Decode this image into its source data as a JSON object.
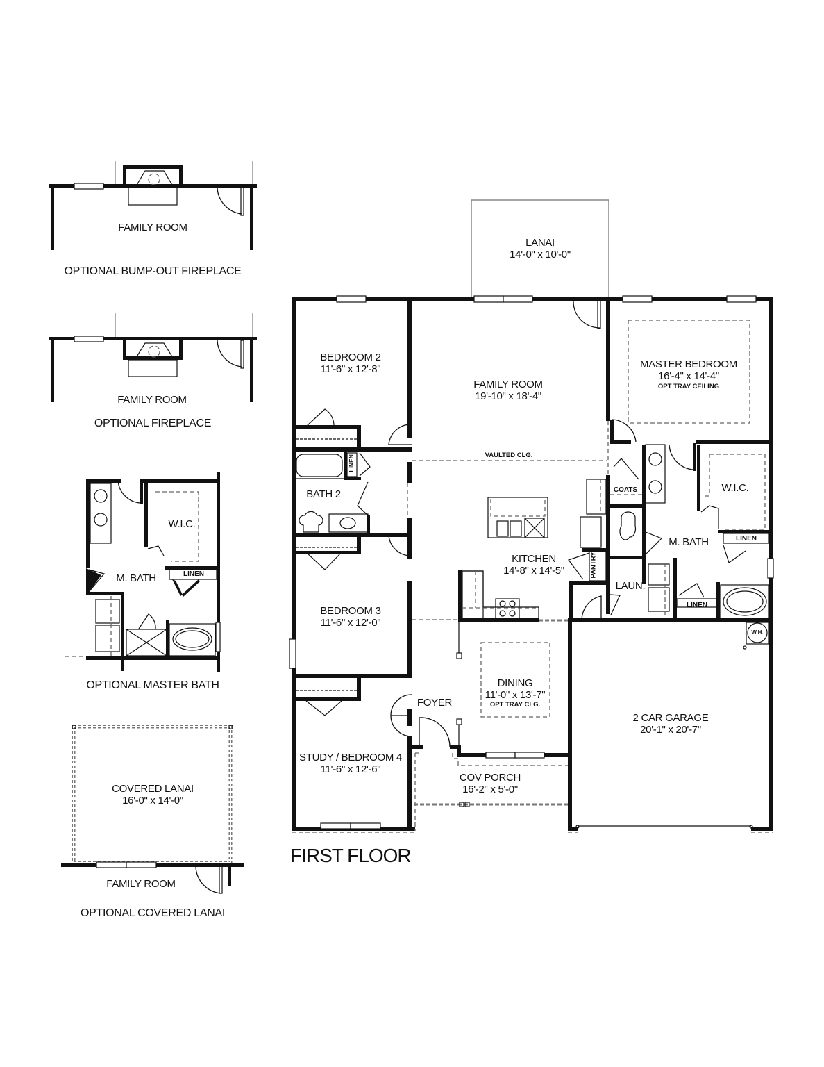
{
  "title": "FIRST FLOOR",
  "options": {
    "bump_out_fireplace": {
      "room": "FAMILY ROOM",
      "caption": "OPTIONAL BUMP-OUT FIREPLACE"
    },
    "fireplace": {
      "room": "FAMILY ROOM",
      "caption": "OPTIONAL FIREPLACE"
    },
    "master_bath": {
      "wic": "W.I.C.",
      "bath": "M. BATH",
      "linen": "LINEN",
      "caption": "OPTIONAL MASTER BATH"
    },
    "covered_lanai": {
      "name": "COVERED LANAI",
      "size": "16'-0\" x 14'-0\"",
      "room": "FAMILY ROOM",
      "caption": "OPTIONAL COVERED LANAI"
    }
  },
  "rooms": {
    "lanai": {
      "name": "LANAI",
      "size": "14'-0\" x 10'-0\""
    },
    "bedroom2": {
      "name": "BEDROOM 2",
      "size": "11'-6\" x 12'-8\""
    },
    "family_room": {
      "name": "FAMILY ROOM",
      "size": "19'-10\" x 18'-4\""
    },
    "master_bedroom": {
      "name": "MASTER BEDROOM",
      "size": "16'-4\" x 14'-4\"",
      "note": "OPT TRAY CEILING"
    },
    "bath2": {
      "name": "BATH 2",
      "linen": "LINEN"
    },
    "vaulted": "VAULTED CLG.",
    "coats": "COATS",
    "wic": "W.I.C.",
    "master_bath": {
      "name": "M. BATH",
      "linen1": "LINEN",
      "linen2": "LINEN"
    },
    "kitchen": {
      "name": "KITCHEN",
      "size": "14'-8\" x 14'-5\""
    },
    "pantry": "PANTRY",
    "laundry": "LAUN.",
    "bedroom3": {
      "name": "BEDROOM 3",
      "size": "11'-6\" x 12'-0\""
    },
    "water_heater": "W.H.",
    "dining": {
      "name": "DINING",
      "size": "11'-0\" x 13'-7\"",
      "note": "OPT TRAY CLG."
    },
    "foyer": "FOYER",
    "garage": {
      "name": "2 CAR GARAGE",
      "size": "20'-1\" x 20'-7\""
    },
    "study": {
      "name": "STUDY / BEDROOM 4",
      "size": "11'-6\" x 12'-6\""
    },
    "porch": {
      "name": "COV PORCH",
      "size": "16'-2\" x 5'-0\""
    }
  }
}
